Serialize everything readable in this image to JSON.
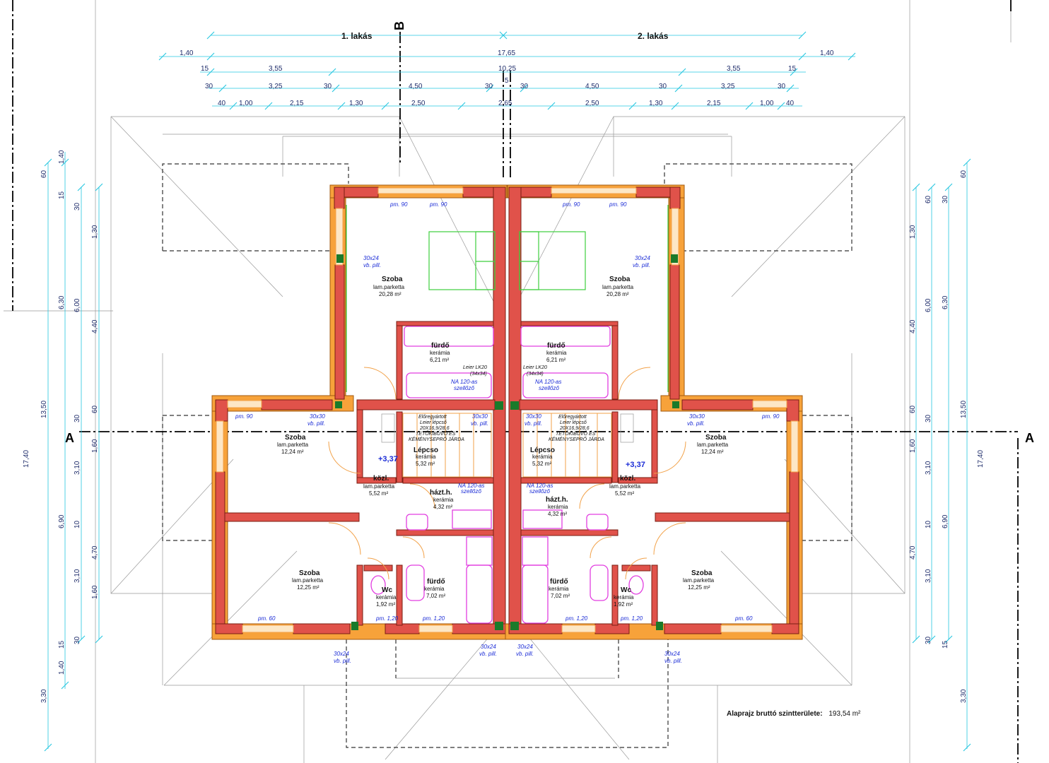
{
  "units": {
    "left": "1. lakás",
    "right": "2. lakás"
  },
  "section_labels": {
    "a_left": "A",
    "a_right": "A",
    "b_top": "B"
  },
  "dims_top": {
    "total": "17,65",
    "side_left": "1,40",
    "side_right": "1,40",
    "row2": [
      "15",
      "3,55",
      "10,25",
      "3,55",
      "15"
    ],
    "row3": [
      "30",
      "3,25",
      "30",
      "4,50",
      "30",
      "5",
      "30",
      "4,50",
      "30",
      "3,25",
      "30"
    ],
    "row4": [
      "40",
      "1,00",
      "2,15",
      "1,30",
      "2,50",
      "2,65",
      "2,50",
      "1,30",
      "2,15",
      "1,00",
      "40"
    ]
  },
  "dims_left": [
    "1,40",
    "60",
    "15",
    "30",
    "1,30",
    "6,30",
    "6,00",
    "4,40",
    "13,50",
    "17,40",
    "60",
    "30",
    "1,60",
    "3,10",
    "6,90",
    "10",
    "4,70",
    "3,10",
    "1,60",
    "30",
    "15",
    "1,40",
    "3,30"
  ],
  "dims_right": [
    "60",
    "60",
    "30",
    "1,30",
    "6,30",
    "6,00",
    "4,40",
    "13,50",
    "17,40",
    "60",
    "30",
    "1,60",
    "3,10",
    "6,90",
    "10",
    "4,70",
    "3,10",
    "30",
    "15",
    "3,30"
  ],
  "rooms": {
    "szoba_upper_l": {
      "name": "Szoba",
      "floor": "lam.parketta",
      "area": "20,28 m²"
    },
    "szoba_upper_r": {
      "name": "Szoba",
      "floor": "lam.parketta",
      "area": "20,28 m²"
    },
    "furdo_upper_l": {
      "name": "fürdő",
      "floor": "kerámia",
      "area": "6,21 m²"
    },
    "furdo_upper_r": {
      "name": "fürdő",
      "floor": "kerámia",
      "area": "6,21 m²"
    },
    "szoba_mid_l": {
      "name": "Szoba",
      "floor": "lam.parketta",
      "area": "12,24 m²"
    },
    "szoba_mid_r": {
      "name": "Szoba",
      "floor": "lam.parketta",
      "area": "12,24 m²"
    },
    "lepcso_l": {
      "name": "Lépcso",
      "floor": "kerámia",
      "area": "5,32 m²"
    },
    "lepcso_r": {
      "name": "Lépcso",
      "floor": "kerámia",
      "area": "5,32 m²"
    },
    "kozl_l": {
      "name": "közl.",
      "floor": "lam.parketta",
      "area": "5,52 m²"
    },
    "kozl_r": {
      "name": "közl.",
      "floor": "lam.parketta",
      "area": "5,52 m²"
    },
    "hazt_l": {
      "name": "házt.h.",
      "floor": "kerámia",
      "area": "4,32 m²"
    },
    "hazt_r": {
      "name": "házt.h.",
      "floor": "kerámia",
      "area": "4,32 m²"
    },
    "szoba_lower_l": {
      "name": "Szoba",
      "floor": "lam.parketta",
      "area": "12,25 m²"
    },
    "szoba_lower_r": {
      "name": "Szoba",
      "floor": "lam.parketta",
      "area": "12,25 m²"
    },
    "wc_l": {
      "name": "Wc",
      "floor": "kerámia",
      "area": "1,92 m²"
    },
    "wc_r": {
      "name": "Wc",
      "floor": "kerámia",
      "area": "1,92 m²"
    },
    "furdo_lower_l": {
      "name": "fürdő",
      "floor": "kerámia",
      "area": "7,02 m²"
    },
    "furdo_lower_r": {
      "name": "fürdő",
      "floor": "kerámia",
      "area": "7,02 m²"
    }
  },
  "notes": {
    "leier_l": "Leier LK20",
    "leier_l2": "(34x34)",
    "leier_r": "Leier LK20",
    "leier_r2": "(34x34)",
    "na_l": "NA 120-as",
    "na_l2": "szellőző",
    "na_r": "NA 120-as",
    "na_r2": "szellőző",
    "na2_l": "NA 120-as",
    "na2_l2": "szellőző",
    "na2_r": "NA 120-as",
    "na2_r2": "szellőző",
    "lepcso_note_l": [
      "Előregyártott",
      "Leier lépcső",
      "20X16,9/28,6",
      "TETŐKIBÚVÓ ÉS",
      "KÉMÉNYSEPRŐ JÁRDA"
    ],
    "lepcso_note_r": [
      "Előregyártott",
      "Leier lépcső",
      "20X16,9/28,6",
      "TETŐKIBÚVÓ ÉS",
      "KÉMÉNYSEPRŐ JÁRDA"
    ],
    "level_l": "+3,37",
    "level_r": "+3,37",
    "pm90": "pm. 90",
    "pm60": "pm. 60",
    "pm120": "pm. 1,20",
    "pill30x24": "30x24",
    "pill30x30": "30x30",
    "vbpill": "vb. pill."
  },
  "area_summary": {
    "label": "Alaprajz bruttó szintterülete:",
    "value": "193,54 m²"
  }
}
